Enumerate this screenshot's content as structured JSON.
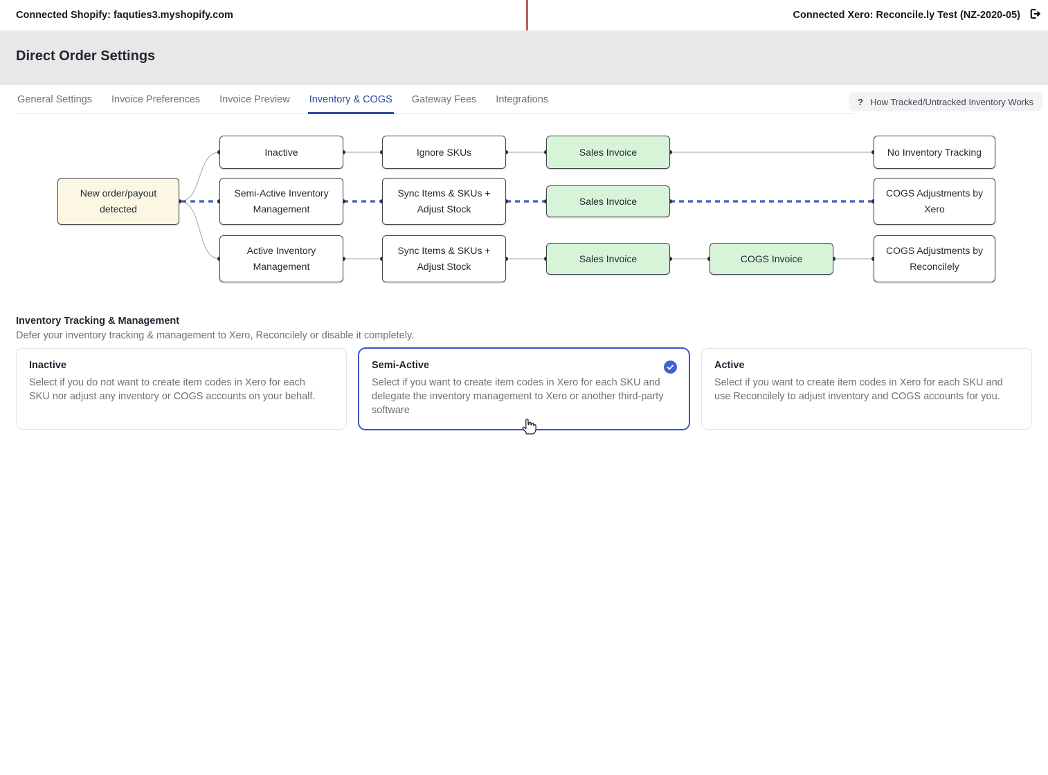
{
  "top_bar": {
    "shopify_connection": "Connected Shopify: faquties3.myshopify.com",
    "xero_connection": "Connected Xero: Reconcile.ly Test (NZ-2020-05)"
  },
  "header": {
    "title": "Direct Order Settings"
  },
  "tabs": {
    "items": [
      {
        "label": "General Settings",
        "active": false
      },
      {
        "label": "Invoice Preferences",
        "active": false
      },
      {
        "label": "Invoice Preview",
        "active": false
      },
      {
        "label": "Inventory & COGS",
        "active": true
      },
      {
        "label": "Gateway Fees",
        "active": false
      },
      {
        "label": "Integrations",
        "active": false
      }
    ],
    "help_button": {
      "icon": "?",
      "label": "How Tracked/Untracked Inventory Works"
    }
  },
  "flowchart": {
    "start_node": "New order/payout detected",
    "rows": [
      {
        "option": "Inactive",
        "action": "Ignore SKUs",
        "invoice": "Sales Invoice",
        "outcome": "No Inventory Tracking"
      },
      {
        "option": "Semi-Active Inventory Management",
        "action": "Sync Items & SKUs + Adjust Stock",
        "invoice": "Sales Invoice",
        "outcome": "COGS Adjustments by Xero"
      },
      {
        "option": "Active Inventory Management",
        "action": "Sync Items & SKUs + Adjust Stock",
        "invoice": "Sales Invoice",
        "invoice2": "COGS Invoice",
        "outcome": "COGS Adjustments by Reconcilely"
      }
    ],
    "highlighted_path": "Semi-Active"
  },
  "inventory_section": {
    "heading": "Inventory Tracking & Management",
    "subheading": "Defer your inventory tracking & management to Xero, Reconcilely or disable it completely.",
    "options": [
      {
        "title": "Inactive",
        "description": "Select if you do not want to create item codes in Xero for each SKU nor adjust any inventory or COGS accounts on your behalf.",
        "selected": false
      },
      {
        "title": "Semi-Active",
        "description": "Select if you want to create item codes in Xero for each SKU and delegate the inventory management to Xero or another third-party software",
        "selected": true
      },
      {
        "title": "Active",
        "description": "Select if you want to create item codes in Xero for each SKU and use Reconcilely to adjust inventory and COGS accounts for you.",
        "selected": false
      }
    ]
  },
  "colors": {
    "accent_tab_blue": "#2d4aa1",
    "dashed_path_blue": "#3d5ec0",
    "selected_card_blue": "#3a57cd",
    "check_badge_blue": "#3f62d3",
    "node_green": "#d8f4d8",
    "node_yellow": "#fbf7e3",
    "marker_red": "#c05c63",
    "header_gray": "#e8e8e8"
  }
}
